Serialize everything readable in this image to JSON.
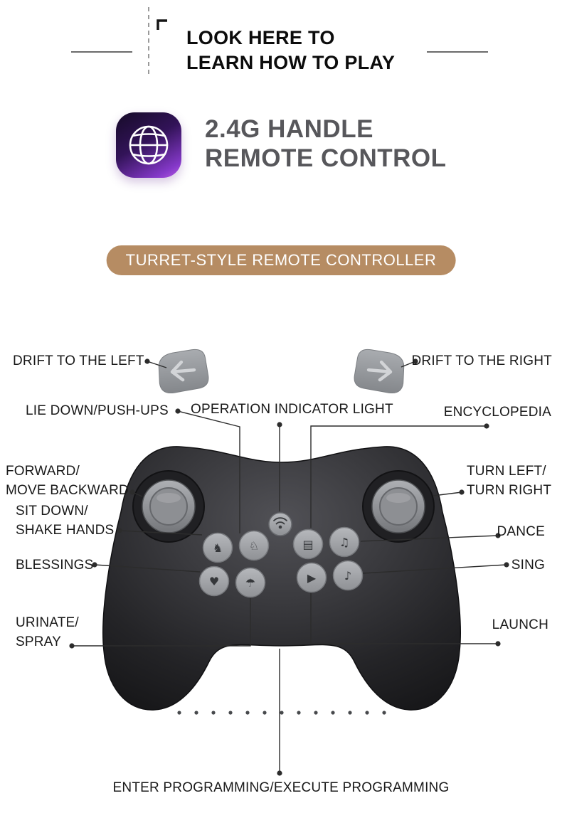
{
  "header": {
    "title_line1": "LOOK HERE TO",
    "title_line2": "LEARN HOW TO PLAY"
  },
  "product": {
    "icon_name": "globe-icon",
    "title_line1": "2.4G HANDLE",
    "title_line2": "REMOTE CONTROL"
  },
  "banner": {
    "label": "TURRET-STYLE REMOTE CONTROLLER",
    "bg_color": "#b68c63"
  },
  "labels": {
    "drift_left": "DRIFT TO THE LEFT",
    "drift_right": "DRIFT TO THE RIGHT",
    "lie_down": "LIE DOWN/PUSH-UPS",
    "operation_indicator": "OPERATION INDICATOR LIGHT",
    "encyclopedia": "ENCYCLOPEDIA",
    "forward_line1": "FORWARD/",
    "forward_line2": "MOVE BACKWARD",
    "turn_line1": "TURN LEFT/",
    "turn_line2": "TURN RIGHT",
    "sit_line1": "SIT DOWN/",
    "sit_line2": "SHAKE HANDS",
    "dance": "DANCE",
    "blessings": "BLESSINGS",
    "sing": "SING",
    "urinate_line1": "URINATE/",
    "urinate_line2": "SPRAY",
    "launch": "LAUNCH",
    "programming": "ENTER PROGRAMMING/EXECUTE PROGRAMMING"
  },
  "controller": {
    "shoulder_left_icon": "arrow-left-icon",
    "shoulder_right_icon": "arrow-right-icon",
    "center_icon": "signal-indicator-icon",
    "glyphs": {
      "lie_down": "♞",
      "sit_down": "♘",
      "blessings": "♥",
      "urinate": "☂",
      "encyclopedia": "▤",
      "dance": "♫",
      "launch": "▶",
      "sing": "♪"
    }
  },
  "colors": {
    "banner_bg": "#b68c63",
    "icon_gradient_top": "#160b28",
    "icon_gradient_bottom": "#b75ae4",
    "controller_body": "#232326",
    "label_text": "#191919"
  }
}
